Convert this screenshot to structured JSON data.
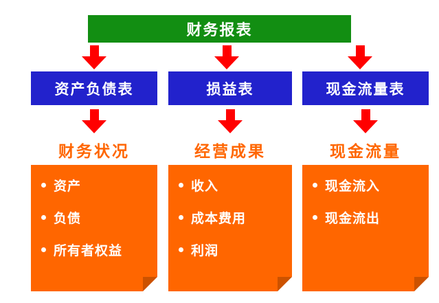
{
  "diagram": {
    "root": {
      "label": "财务报表"
    },
    "columns": [
      {
        "statement": "资产负债表",
        "category": "财务状况",
        "items": [
          "资产",
          "负债",
          "所有者权益"
        ]
      },
      {
        "statement": "损益表",
        "category": "经营成果",
        "items": [
          "收入",
          "成本费用",
          "利润"
        ]
      },
      {
        "statement": "现金流量表",
        "category": "现金流量",
        "items": [
          "现金流入",
          "现金流出"
        ]
      }
    ],
    "colors": {
      "root_bg": "#128e12",
      "statement_bg": "#2222cc",
      "arrow": "#ff0000",
      "category_text": "#ff6600",
      "note_bg": "#ff6600",
      "note_fold": "#cc5200",
      "text_on_color": "#ffffff"
    }
  }
}
